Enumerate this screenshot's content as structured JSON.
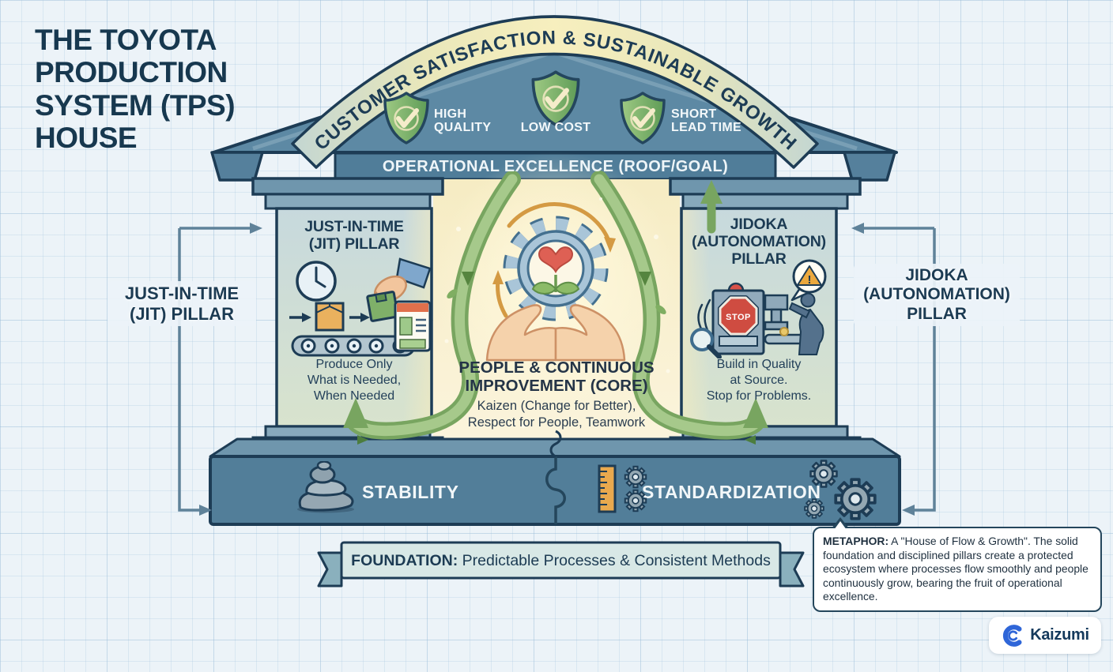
{
  "title": "THE TOYOTA PRODUCTION SYSTEM (TPS) HOUSE",
  "roof": {
    "banner": "CUSTOMER SATISFACTION & SUSTAINABLE GROWTH",
    "band": "OPERATIONAL EXCELLENCE (ROOF/GOAL)",
    "benefits": [
      "HIGH\nQUALITY",
      "LOW COST",
      "SHORT\nLEAD TIME"
    ]
  },
  "pillars": {
    "jit": {
      "heading": "JUST-IN-TIME\n(JIT) PILLAR",
      "caption": "Produce Only\nWhat is Needed,\nWhen Needed"
    },
    "jidoka": {
      "heading": "JIDOKA\n(AUTONOMATION)\nPILLAR",
      "caption": "Build in Quality\nat Source.\nStop for Problems."
    }
  },
  "core": {
    "heading": "PEOPLE & CONTINUOUS IMPROVEMENT (CORE)",
    "subtext": "Kaizen (Change for Better),\nRespect for People, Teamwork"
  },
  "side_labels": {
    "left": "JUST-IN-TIME\n(JIT) PILLAR",
    "right": "JIDOKA\n(AUTONOMATION)\nPILLAR"
  },
  "base": {
    "left": "STABILITY",
    "right": "STANDARDIZATION"
  },
  "foundation": {
    "label": "FOUNDATION:",
    "text": " Predictable Processes & Consistent Methods"
  },
  "callout": {
    "label": "METAPHOR:",
    "text": " A \"House of Flow & Growth\". The solid foundation and disciplined pillars create a protected ecosystem where processes flow smoothly and people continuously grow, bearing the fruit of operational excellence."
  },
  "machine": {
    "stop": "STOP",
    "alert": "!"
  },
  "brand": {
    "name": "Kaizumi"
  },
  "colors": {
    "navy": "#1d3c55",
    "roof_blue": "#5d89a4",
    "base_blue": "#527e99",
    "pillar_light": "#c7d9dd",
    "shield_green": "#79ad66",
    "stream_green": "#9cc180",
    "banner_cream": "#f7efbe",
    "accent_orange": "#e2a14e",
    "stop_red": "#cf4c41",
    "brand_blue": "#2f66d8"
  }
}
